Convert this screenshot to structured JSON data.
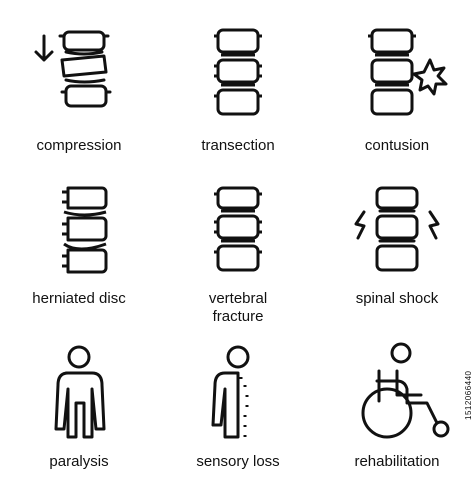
{
  "items": [
    {
      "label": "compression",
      "icon": "compression-spine-icon"
    },
    {
      "label": "transection",
      "icon": "transection-spine-icon"
    },
    {
      "label": "contusion",
      "icon": "contusion-spine-icon"
    },
    {
      "label": "herniated disc",
      "icon": "herniated-disc-icon"
    },
    {
      "label": "vertebral\nfracture",
      "icon": "vertebral-fracture-icon"
    },
    {
      "label": "spinal shock",
      "icon": "spinal-shock-icon"
    },
    {
      "label": "paralysis",
      "icon": "paralysis-icon"
    },
    {
      "label": "sensory loss",
      "icon": "sensory-loss-icon"
    },
    {
      "label": "rehabilitation",
      "icon": "rehabilitation-wheelchair-icon"
    }
  ],
  "side_id": "1512066440",
  "colors": {
    "stroke": "#111111",
    "background": "#ffffff"
  }
}
